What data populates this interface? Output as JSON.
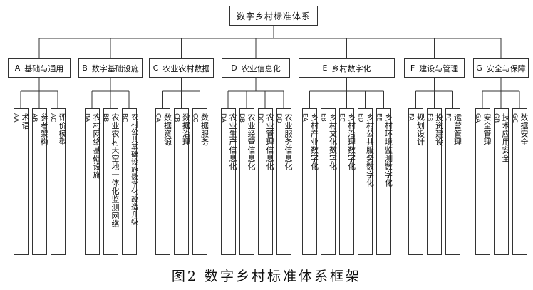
{
  "diagram": {
    "root": "数字乡村标准体系",
    "categories": [
      {
        "code": "A",
        "label": "基础与通用",
        "children": [
          {
            "code": "AA",
            "name": "术语"
          },
          {
            "code": "AB",
            "name": "参考架构"
          },
          {
            "code": "AC",
            "name": "评价模型"
          }
        ]
      },
      {
        "code": "B",
        "label": "数字基础设施",
        "children": [
          {
            "code": "BA",
            "name": "农村网络基础设施"
          },
          {
            "code": "BB",
            "name": "农业农村天空地一体化监测网络"
          },
          {
            "code": "BC",
            "name": "农村公共基础设施数字化改造升级"
          }
        ]
      },
      {
        "code": "C",
        "label": "农业农村数据",
        "children": [
          {
            "code": "CA",
            "name": "数据资源"
          },
          {
            "code": "CB",
            "name": "数据治理"
          },
          {
            "code": "CC",
            "name": "数据服务"
          }
        ]
      },
      {
        "code": "D",
        "label": "农业信息化",
        "children": [
          {
            "code": "DA",
            "name": "农业生产信息化"
          },
          {
            "code": "DB",
            "name": "农业经营信息化"
          },
          {
            "code": "DC",
            "name": "农业管理信息化"
          },
          {
            "code": "DD",
            "name": "农业服务信息化"
          }
        ]
      },
      {
        "code": "E",
        "label": "乡村数字化",
        "children": [
          {
            "code": "EA",
            "name": "乡村产业数字化"
          },
          {
            "code": "EB",
            "name": "乡村文化数字化"
          },
          {
            "code": "EC",
            "name": "乡村治理数字化"
          },
          {
            "code": "ED",
            "name": "乡村公共服务数字化"
          },
          {
            "code": "EE",
            "name": "乡村环境监测数字化"
          }
        ]
      },
      {
        "code": "F",
        "label": "建设与管理",
        "children": [
          {
            "code": "FA",
            "name": "规划设计"
          },
          {
            "code": "FB",
            "name": "投资建设"
          },
          {
            "code": "FC",
            "name": "运营管理"
          }
        ]
      },
      {
        "code": "G",
        "label": "安全与保障",
        "children": [
          {
            "code": "GA",
            "name": "安全管理"
          },
          {
            "code": "GB",
            "name": "技术应用安全"
          },
          {
            "code": "GC",
            "name": "数据安全"
          }
        ]
      }
    ]
  },
  "caption": "图2 数字乡村标准体系框架",
  "colors": {
    "line": "#333333",
    "text": "#111111",
    "background": "#ffffff"
  }
}
